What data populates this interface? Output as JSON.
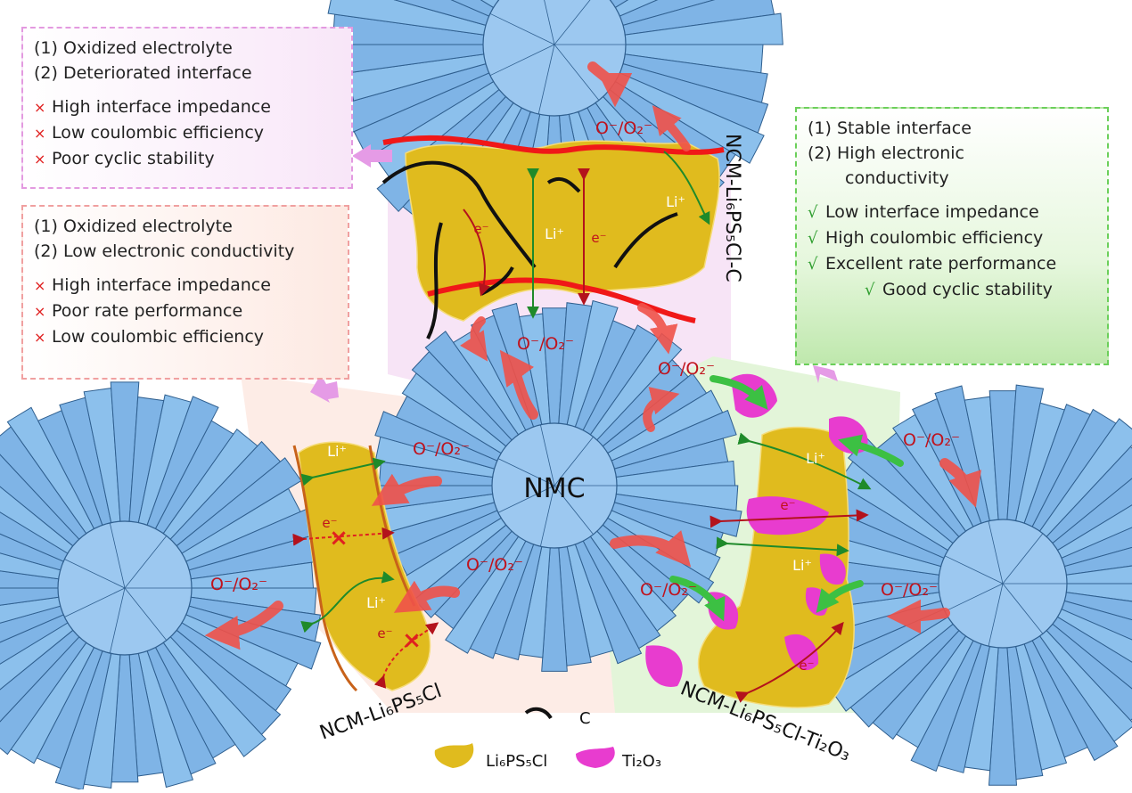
{
  "boxes": {
    "pink": {
      "lines": [
        "(1) Oxidized electrolyte",
        "(2) Deteriorated interface"
      ],
      "bullets": [
        "High interface impedance",
        "Low coulombic efficiency",
        "Poor cyclic stability"
      ]
    },
    "red": {
      "lines": [
        "(1) Oxidized electrolyte",
        "(2) Low electronic conductivity"
      ],
      "bullets": [
        "High interface impedance",
        "Poor rate performance",
        "Low coulombic efficiency"
      ]
    },
    "green": {
      "lines": [
        "(1) Stable interface",
        "(2) High electronic",
        "conductivity"
      ],
      "bullets": [
        "Low interface impedance",
        "High coulombic efficiency",
        "Excellent rate performance",
        "Good cyclic stability"
      ]
    }
  },
  "marks": {
    "bad": "×",
    "good": "√"
  },
  "labels": {
    "center": "NMC",
    "species": "O⁻/O₂⁻",
    "electron": "e⁻",
    "lithium": "Li⁺",
    "composite_top": "NCM-Li₆PS₅Cl-C",
    "composite_left": "NCM-Li₆PS₅Cl",
    "composite_right": "NCM-Li₆PS₅Cl-Ti₂O₃"
  },
  "legend": {
    "carbon": "C",
    "electrolyte": "Li₆PS₅Cl",
    "titanium_oxide": "Ti₂O₃"
  },
  "colors": {
    "particle_fill": "#7fb4e6",
    "particle_core": "#9cc8f0",
    "particle_stroke": "#2f5f8f",
    "electrolyte": "#e0bb1e",
    "ti2o3": "#e83ccf",
    "carbon": "#111111",
    "oxidized_layer": "#f01818",
    "electrolyte_rim": "#c8621a",
    "ion_arrow": "#1f8a2a",
    "electron_arrow": "#b3121c",
    "species_text": "#c0121c",
    "release_arrow": "#f0524a",
    "green_arrow": "#3cc043",
    "bad_mark": "#e02020",
    "good_mark": "#2f9e2f"
  }
}
